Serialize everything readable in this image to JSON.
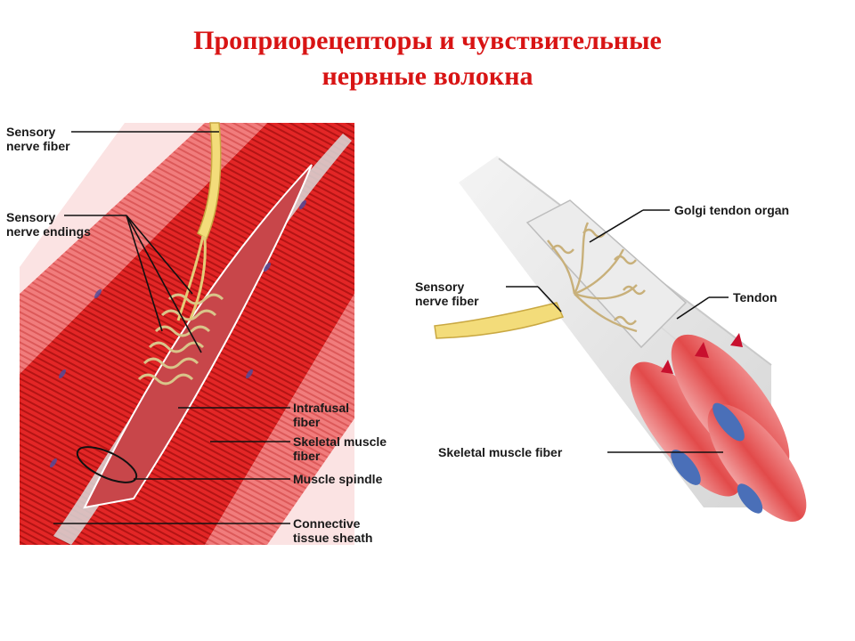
{
  "slide": {
    "title_line1": "Проприорецепторы и чувствительные",
    "title_line2": "нервные волокна"
  },
  "left_figure": {
    "labels": {
      "sensory_nerve_fiber": [
        "Sensory",
        "nerve fiber"
      ],
      "sensory_nerve_endings": [
        "Sensory",
        "nerve endings"
      ],
      "intrafusal_fiber": [
        "Intrafusal",
        "fiber"
      ],
      "skeletal_muscle_fiber": [
        "Skeletal muscle",
        "fiber"
      ],
      "muscle_spindle": "Muscle spindle",
      "connective_tissue_sheath": [
        "Connective",
        "tissue sheath"
      ]
    }
  },
  "right_figure": {
    "labels": {
      "golgi_tendon_organ": "Golgi tendon organ",
      "sensory_nerve_fiber": [
        "Sensory",
        "nerve fiber"
      ],
      "tendon": "Tendon",
      "skeletal_muscle_fiber": "Skeletal muscle fiber"
    }
  },
  "colors": {
    "title": "#d81414",
    "muscle": "#e52a2a",
    "tendon": "#e9e9e9",
    "nerve": "#f3dc7a",
    "nucleus": "#4a4ea0"
  }
}
